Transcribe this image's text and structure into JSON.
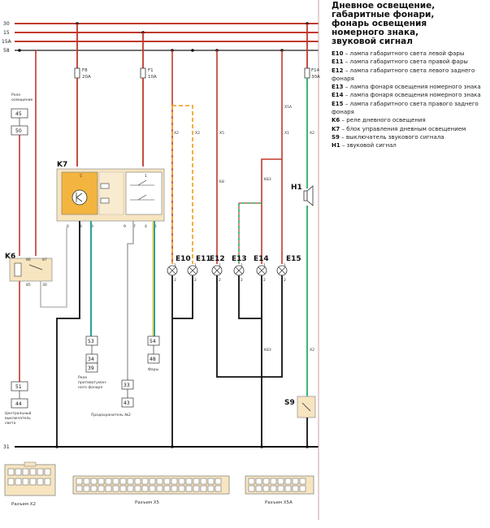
{
  "legend": {
    "title": "Дневное освещение,\nгабаритные фонари,\nфонарь освещения\nномерного знака,\nзвуковой сигнал",
    "items": [
      {
        "code": "E10",
        "text": "– лампа габаритного света левой фары"
      },
      {
        "code": "E11",
        "text": "– лампа габаритного света правой фары"
      },
      {
        "code": "E12",
        "text": "– лампа габаритного света левого заднего фонаря"
      },
      {
        "code": "E13",
        "text": "– лампа фонаря освещения номерного знака"
      },
      {
        "code": "E14",
        "text": "– лампа фонаря освещения номерного знака"
      },
      {
        "code": "E15",
        "text": "– лампа габаритного света правого заднего фонаря"
      },
      {
        "code": "K6",
        "text": "– реле дневного освещения"
      },
      {
        "code": "K7",
        "text": "– блок управления дневным освещением"
      },
      {
        "code": "S9",
        "text": "– выключатель звукового сигнала"
      },
      {
        "code": "H1",
        "text": "– звуковой сигнал"
      }
    ]
  },
  "rails": [
    "30",
    "15",
    "15A",
    "58",
    "31"
  ],
  "fuses": [
    {
      "id": "F8",
      "rating": "20A"
    },
    {
      "id": "F1",
      "rating": "10A"
    },
    {
      "id": "F14",
      "rating": "30A"
    }
  ],
  "components": {
    "k7": "K7",
    "k6": "K6",
    "h1": "H1",
    "s9": "S9",
    "lamps": [
      "E10",
      "E11",
      "E12",
      "E13",
      "E14",
      "E15"
    ]
  },
  "k7_pins": {
    "top": [
      "5",
      "1"
    ],
    "bottom": [
      "6",
      "8",
      "3",
      "9",
      "7",
      "4",
      "2"
    ]
  },
  "k6_pins": [
    "86",
    "87",
    "85",
    "30"
  ],
  "lamp_pins": [
    "1",
    "2"
  ],
  "connector_tags": {
    "x2": "X2",
    "x5": "X5",
    "x5a": "X5A",
    "k8": "K8",
    "k83": "K83",
    "x1": "X1"
  },
  "boxes": {
    "relay_label": "Реле\nосвещение",
    "box45": "45",
    "box50": "50",
    "box51": "51",
    "box44": "44",
    "central_switch": "Центральный\nвыключатель\nсвета",
    "box53": "53",
    "box34": "34",
    "box39": "39",
    "relay_fog": "Реле\nпротивотуман-\nного фонаря",
    "box54": "54",
    "box48": "48",
    "fary": "Фары",
    "box33": "33",
    "box43": "43",
    "pred2": "Предохранитель №2"
  },
  "connectors": [
    "Разъем X2",
    "Разъем X5",
    "Разъем X5A"
  ]
}
